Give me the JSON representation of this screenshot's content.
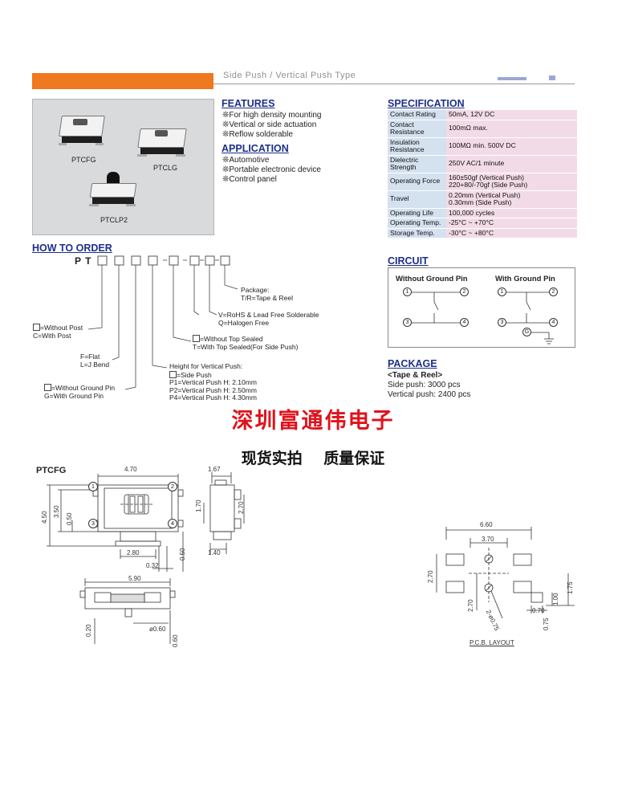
{
  "header": {
    "subtitle_fragment": "Side Push / Vertical Push Type"
  },
  "photos": {
    "labels": [
      "PTCFG",
      "PTCLG",
      "PTCLP2"
    ]
  },
  "features": {
    "title": "FEATURES",
    "items": [
      "For high density mounting",
      "Vertical or side actuation",
      "Reflow solderable"
    ]
  },
  "application": {
    "title": "APPLICATION",
    "items": [
      "Automotive",
      "Portable electronic device",
      "Control panel"
    ]
  },
  "specification": {
    "title": "SPECIFICATION",
    "rows": [
      {
        "key": "Contact Rating",
        "value": "50mA, 12V DC"
      },
      {
        "key": "Contact Resistance",
        "value": "100mΩ max."
      },
      {
        "key": "Insulation Resistance",
        "value": "100MΩ min. 500V DC"
      },
      {
        "key": "Dielectric Strength",
        "value": "250V AC/1 minute"
      },
      {
        "key": "Operating Force",
        "value": "160±50gf (Vertical Push)\n220+80/-70gf (Side Push)"
      },
      {
        "key": "Travel",
        "value": "0.20mm (Vertical Push)\n0.30mm (Side Push)"
      },
      {
        "key": "Operating Life",
        "value": "100,000 cycles"
      },
      {
        "key": "Operating Temp.",
        "value": "-25°C ~ +70°C"
      },
      {
        "key": "Storage Temp.",
        "value": "-30°C ~ +80°C"
      }
    ]
  },
  "how_to_order": {
    "title": "HOW TO ORDER",
    "prefix": "P T",
    "post_l1": "=Without Post",
    "post_l2": "C=With Post",
    "bend_l1": "F=Flat",
    "bend_l2": "L=J Bend",
    "ground_l1": "=Without Ground Pin",
    "ground_l2": "G=With Ground Pin",
    "height_l1": "Height for Vertical Push:",
    "height_l2": "=Side Push",
    "height_l3": "P1=Vertical Push H: 2.10mm",
    "height_l4": "P2=Vertical Push H: 2.50mm",
    "height_l5": "P4=Vertical Push H: 4.30mm",
    "seal_l1": "=Without Top Sealed",
    "seal_l2": "T=With Top Sealed(For Side Push)",
    "rohs_l1": "V=RoHS & Lead Free Solderable",
    "rohs_l2": "Q=Halogen Free",
    "pack_l1": "Package:",
    "pack_l2": "T/R=Tape & Reel"
  },
  "circuit": {
    "title": "CIRCUIT",
    "left_label": "Without Ground Pin",
    "right_label": "With Ground Pin",
    "pins": [
      "1",
      "2",
      "3",
      "4",
      "G"
    ]
  },
  "package": {
    "title": "PACKAGE",
    "subtitle": "<Tape & Reel>",
    "side": "Side push: 3000 pcs",
    "vertical": "Vertical push: 2400 pcs"
  },
  "banner": {
    "company": "深圳富通伟电子",
    "tagline": "现货实拍    质量保证"
  },
  "drawing": {
    "model": "PTCFG",
    "dims": {
      "w470": "4.70",
      "h450": "4.50",
      "h350": "3.50",
      "h050": "0.50",
      "w280": "2.80",
      "w032": "0.32",
      "h050b": "0.50",
      "w167": "1.67",
      "h170": "1.70",
      "h270": "2.70",
      "w140": "1.40",
      "w590": "5.90",
      "h020": "0.20",
      "d060": "ø0.60",
      "h060": "0.60"
    },
    "pcb": {
      "w660": "6.60",
      "w370": "3.70",
      "h270a": "2.70",
      "h270b": "2.70",
      "d075": "2-ø0.75",
      "h175": "1.75",
      "h100": "1.00",
      "w070": "0.70",
      "h075": "0.75",
      "label": "P.C.B. LAYOUT"
    }
  },
  "circle_labels": [
    "1",
    "2",
    "3",
    "4"
  ]
}
